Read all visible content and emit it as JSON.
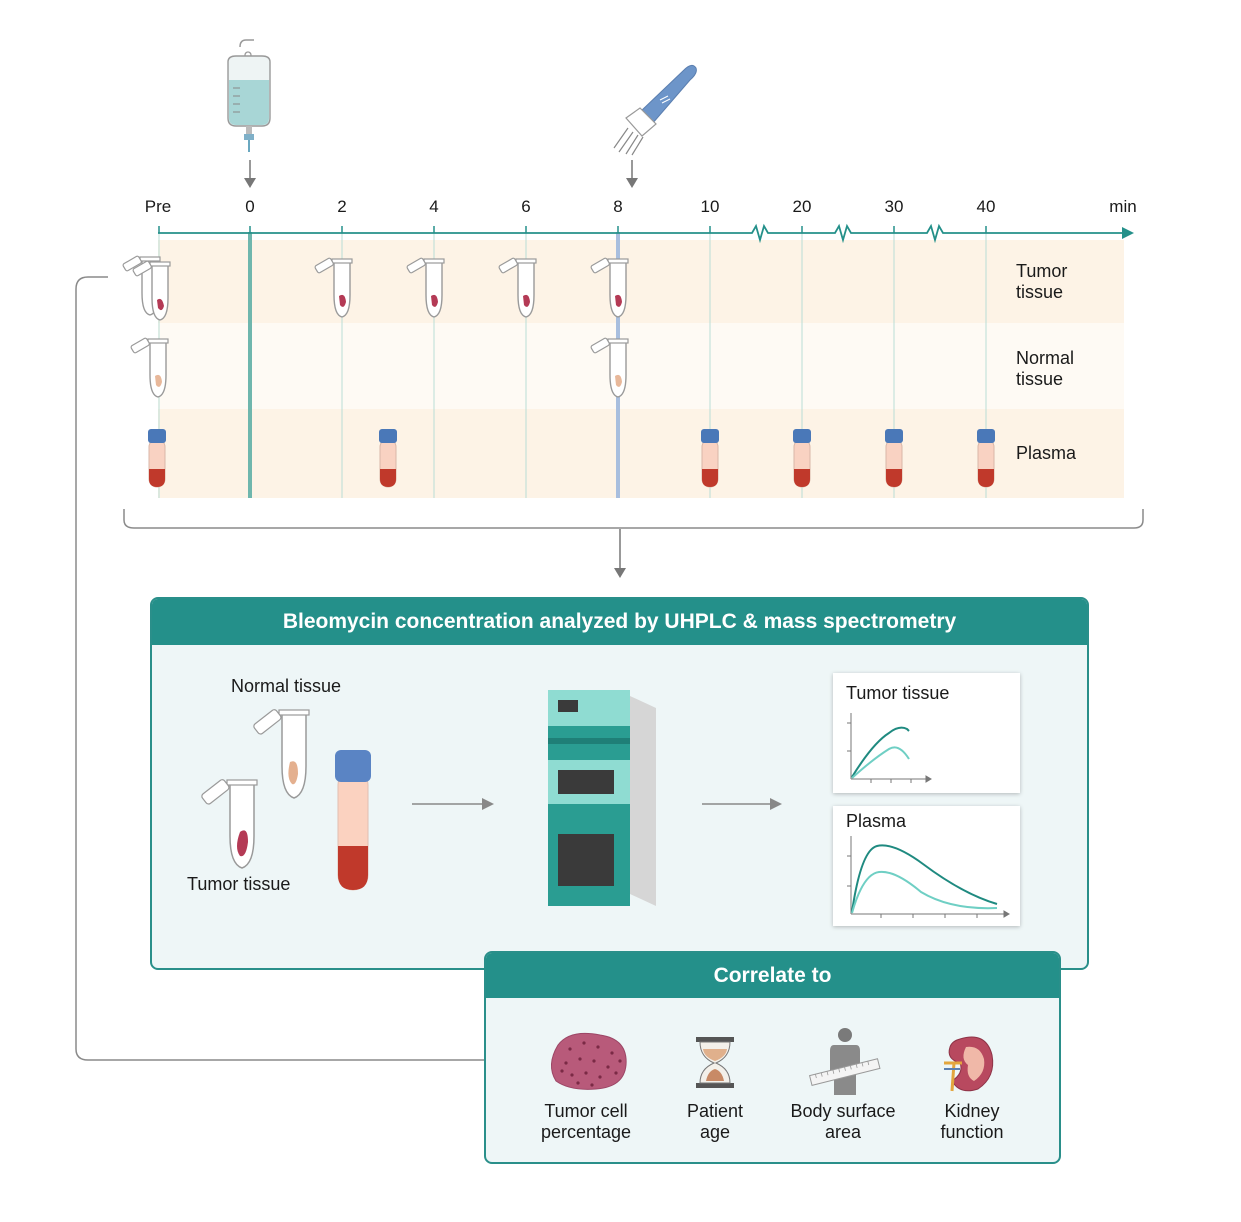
{
  "timeline": {
    "ticks": [
      "Pre",
      "0",
      "2",
      "4",
      "6",
      "8",
      "10",
      "20",
      "30",
      "40"
    ],
    "unit": "min",
    "rows": [
      {
        "label_line1": "Tumor",
        "label_line2": "tissue"
      },
      {
        "label_line1": "Normal",
        "label_line2": "tissue"
      },
      {
        "label_line1": "Plasma",
        "label_line2": ""
      }
    ],
    "markers": {
      "infusion": "iv-bag-icon",
      "treatment": "electroporation-probe-icon"
    }
  },
  "analysis": {
    "header": "Bleomycin concentration analyzed by UHPLC & mass spectrometry",
    "normal_label": "Normal tissue",
    "tumor_label": "Tumor tissue",
    "instrument": "uhplc-ms-instrument-icon",
    "charts": [
      {
        "title": "Tumor tissue"
      },
      {
        "title": "Plasma"
      }
    ]
  },
  "correlate": {
    "header": "Correlate to",
    "items": [
      {
        "line1": "Tumor cell",
        "line2": "percentage",
        "icon": "tumor-tissue-icon"
      },
      {
        "line1": "Patient",
        "line2": "age",
        "icon": "hourglass-icon"
      },
      {
        "line1": "Body surface",
        "line2": "area",
        "icon": "person-ruler-icon"
      },
      {
        "line1": "Kidney",
        "line2": "function",
        "icon": "kidney-icon"
      }
    ]
  },
  "colors": {
    "teal": "#24908a",
    "teal_light": "#6fcfc4",
    "tissue_bg": "#fdf3e6",
    "plasma_blood": "#c0392b"
  }
}
